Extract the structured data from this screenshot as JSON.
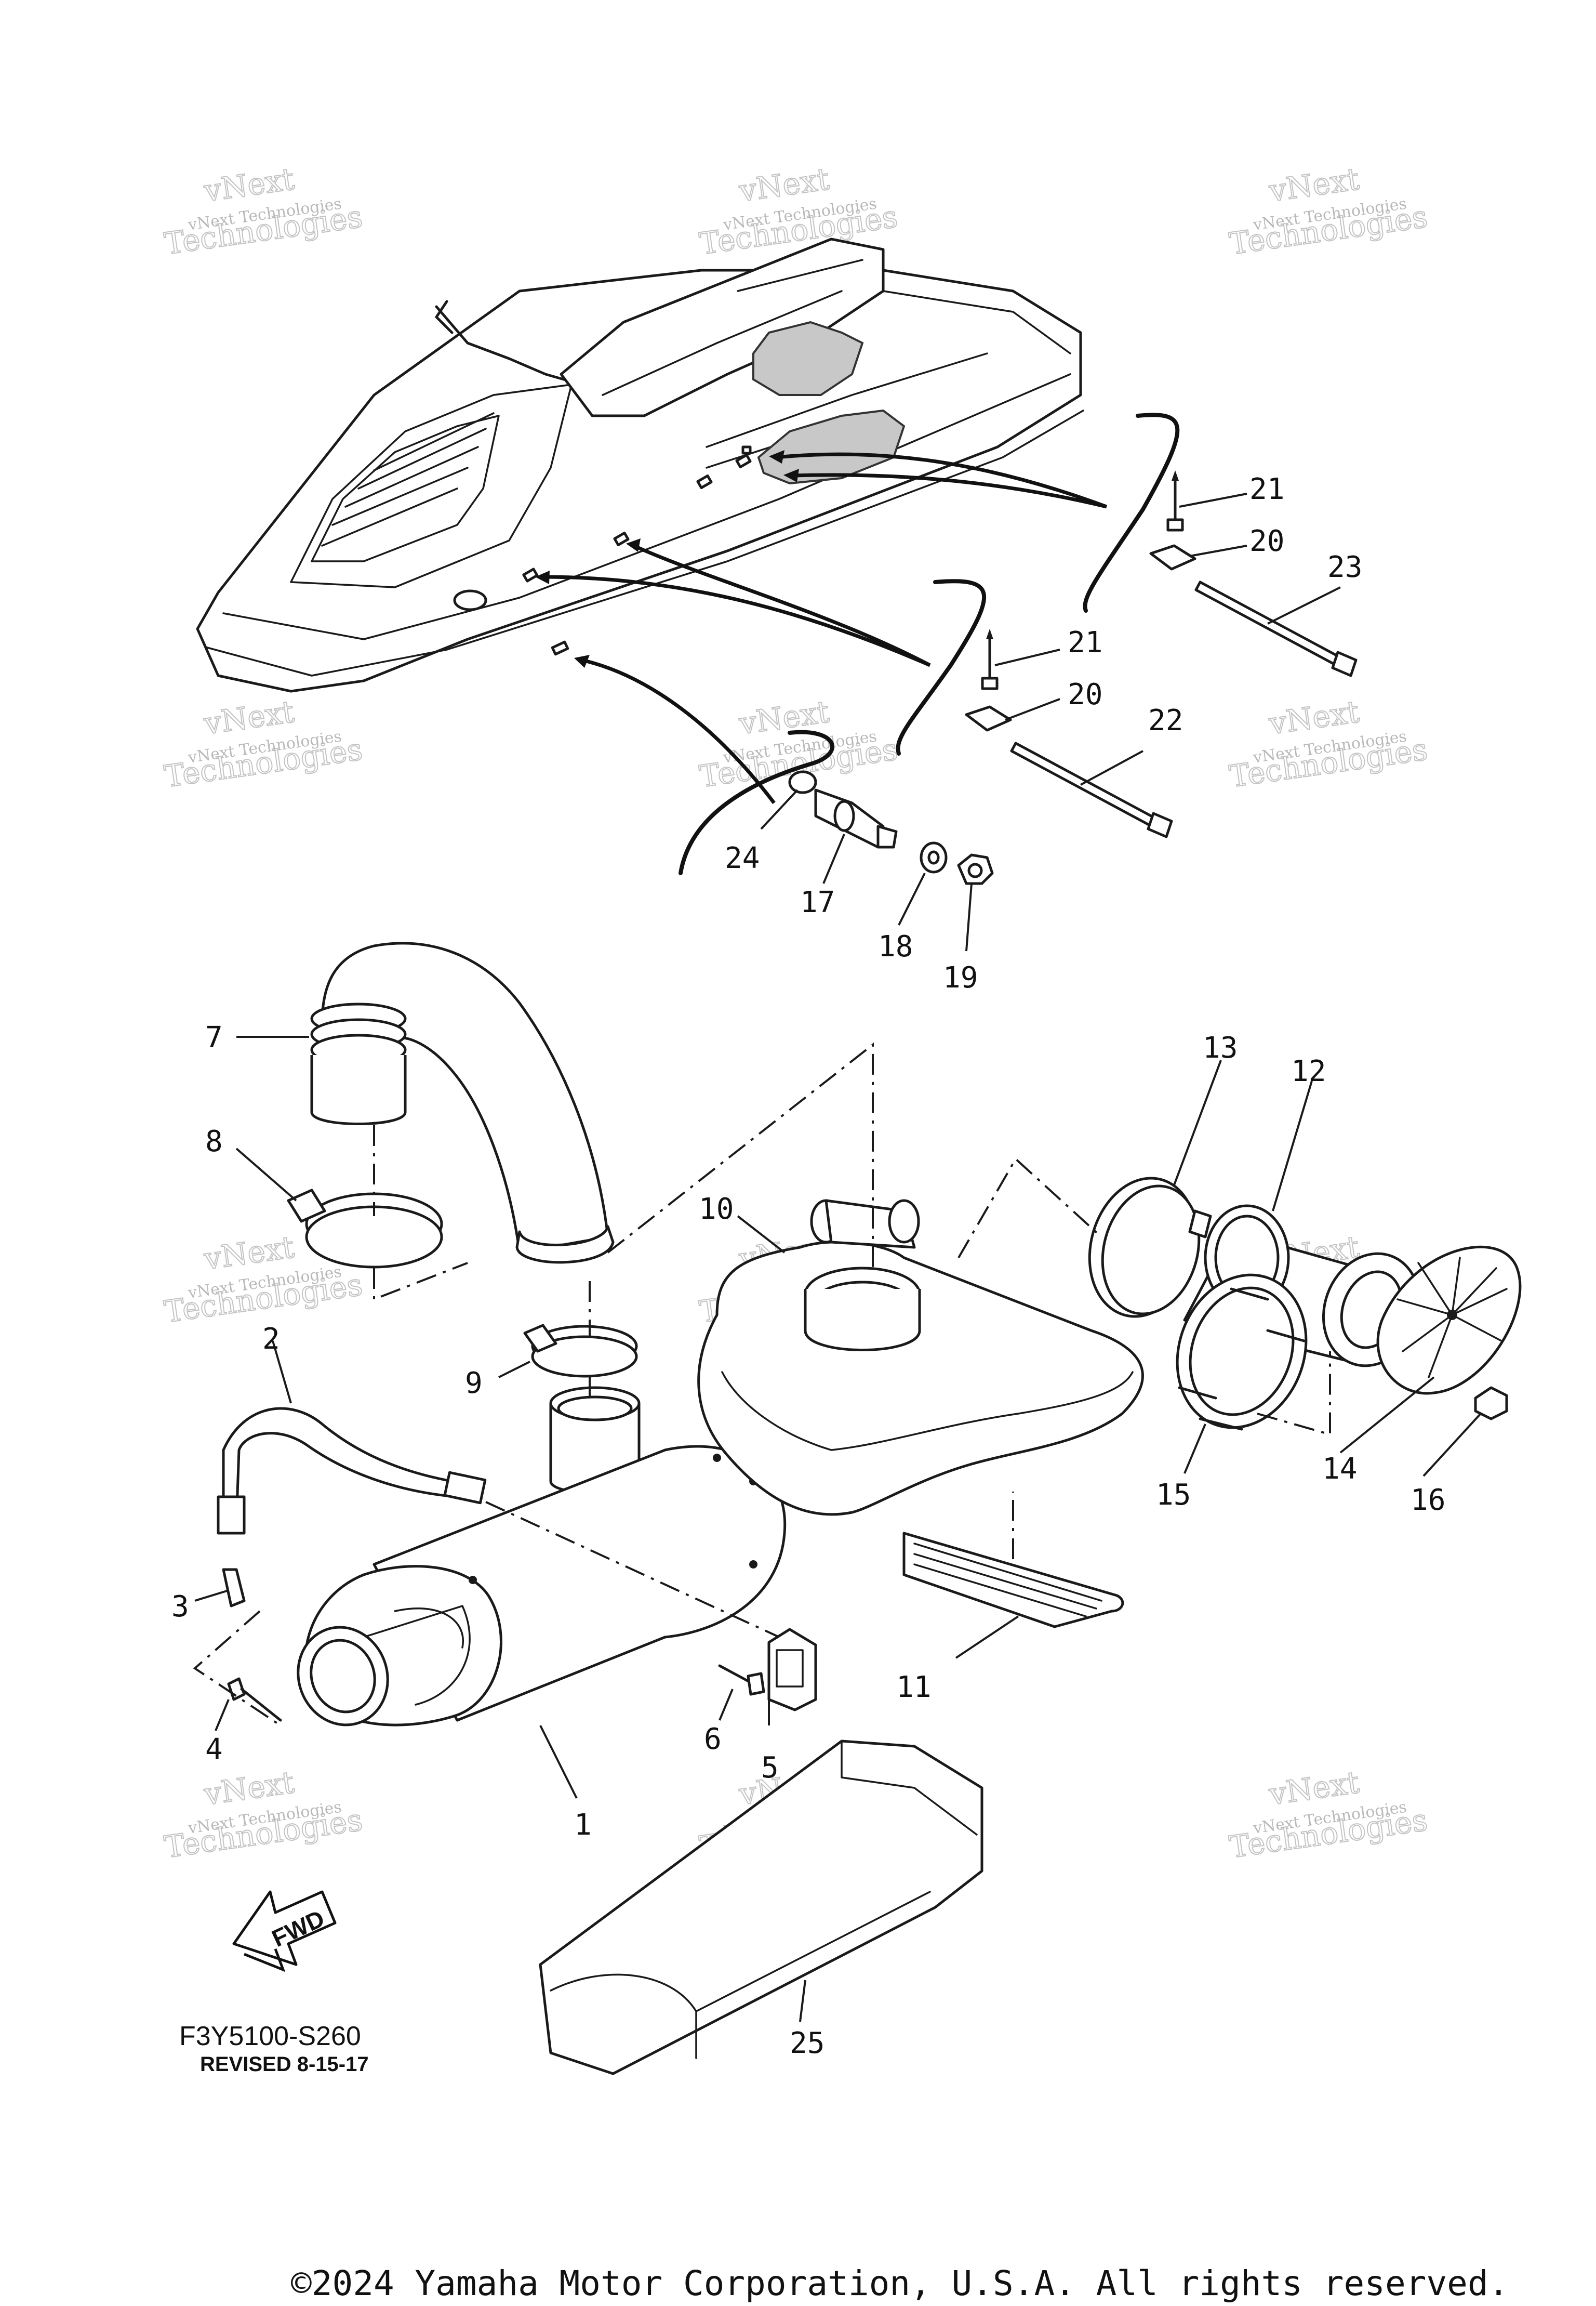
{
  "diagram": {
    "reference_code": "F3Y5100-S260",
    "revision": "REVISED 8-15-17",
    "fwd_label": "FWD",
    "copyright": "©2024 Yamaha Motor Corporation, U.S.A. All rights reserved.",
    "watermark_small": "vNext Technologies",
    "watermark_large": [
      "vNext",
      "Technologies"
    ],
    "callouts": {
      "c1": "1",
      "c2": "2",
      "c3": "3",
      "c4": "4",
      "c5": "5",
      "c6": "6",
      "c7": "7",
      "c8": "8",
      "c9": "9",
      "c10": "10",
      "c11": "11",
      "c12": "12",
      "c13": "13",
      "c14": "14",
      "c15": "15",
      "c16": "16",
      "c17": "17",
      "c18": "18",
      "c19": "19",
      "c20a": "20",
      "c20b": "20",
      "c21a": "21",
      "c21b": "21",
      "c22": "22",
      "c23": "23",
      "c24": "24",
      "c25": "25"
    }
  }
}
